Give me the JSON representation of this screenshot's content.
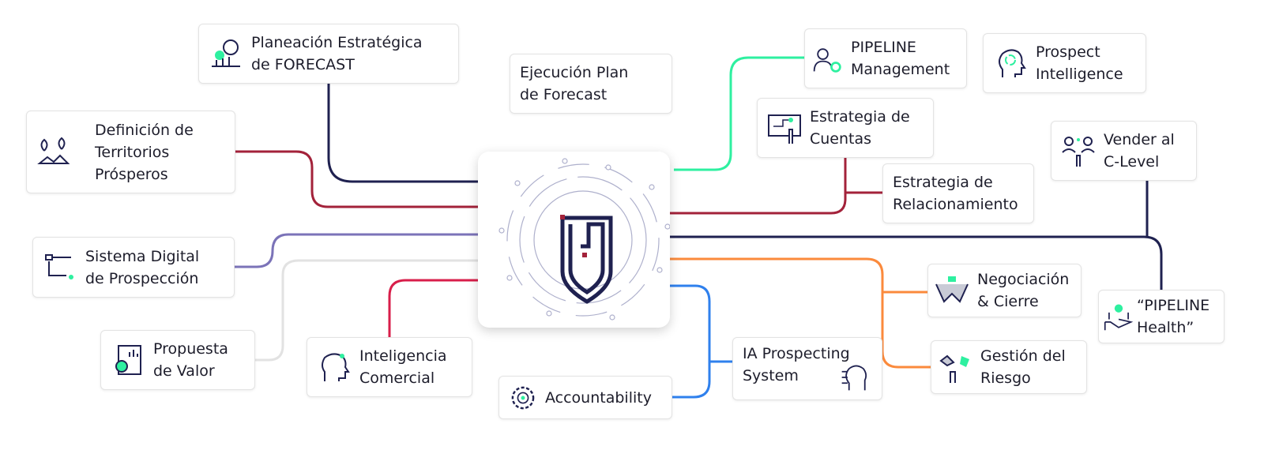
{
  "colors": {
    "navy": "#1f2150",
    "darkred": "#a3223a",
    "purple": "#7b73b8",
    "gray": "#e2e2e2",
    "crimson": "#d81e4a",
    "blue": "#2f80ed",
    "green": "#2ef0a0",
    "orange": "#fb8a3c"
  },
  "center": {
    "logo": "shield-circuit-logo"
  },
  "nodes": {
    "planeacion": "Planeación Estratégica\nde FORECAST",
    "territorios": "Definición de\nTerritorios\nPrósperos",
    "sistema": "Sistema Digital\nde Prospección",
    "propuesta": "Propuesta\nde Valor",
    "inteligencia": "Inteligencia\nComercial",
    "accountability": "Accountability",
    "ia": "IA Prospecting\nSystem",
    "ejecucion": "Ejecución Plan\nde Forecast",
    "pipeline_mgmt": "PIPELINE\nManagement",
    "prospect": "Prospect\nIntelligence",
    "cuentas": "Estrategia de\nCuentas",
    "relacionamiento": "Estrategia de\nRelacionamiento",
    "clevel": "Vender al\nC-Level",
    "negociacion": "Negociación\n& Cierre",
    "riesgo": "Gestión del\nRiesgo",
    "pipeline_health": "“PIPELINE\nHealth”"
  }
}
